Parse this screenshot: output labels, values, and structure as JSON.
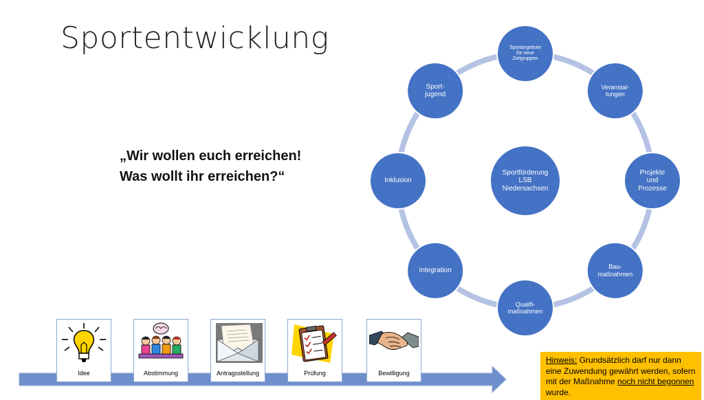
{
  "title": "Sportentwicklung",
  "quote": {
    "line1": "„Wir wollen euch erreichen!",
    "line2": "Was wollt ihr erreichen?“"
  },
  "cycle": {
    "center": "Sportförderung\nLSB\nNiedersachsen",
    "nodes": [
      "Sportangebote\nfür neue\nZielgruppen",
      "Veranstal-\ntungen",
      "Projekte\nund\nProzesse",
      "Bau-\nmaßnahmen",
      "Qualifi-\nmaßnahmen",
      "Integration",
      "Inklusion",
      "Sport-\njugend"
    ],
    "colors": {
      "node": "#4472c4",
      "node_stroke": "#ffffff",
      "ring": "#b4c3e4"
    }
  },
  "process": {
    "steps": [
      "Idee",
      "Abstimmung",
      "Antragsstellung",
      "Prüfung",
      "Bewilligung"
    ],
    "arrow_color": "#6f8fcc",
    "icons": [
      "light-bulb-icon",
      "meeting-people-icon",
      "envelope-letter-icon",
      "clipboard-checklist-icon",
      "handshake-icon"
    ]
  },
  "hint": {
    "label": "Hinweis:",
    "text_a": " Grundsätzlich darf nur dann eine Zuwendung gewährt werden, sofern mit der Maßnahme ",
    "underlined": "noch nicht begonnen",
    "text_b": " wurde.",
    "color": "#ffc000"
  }
}
